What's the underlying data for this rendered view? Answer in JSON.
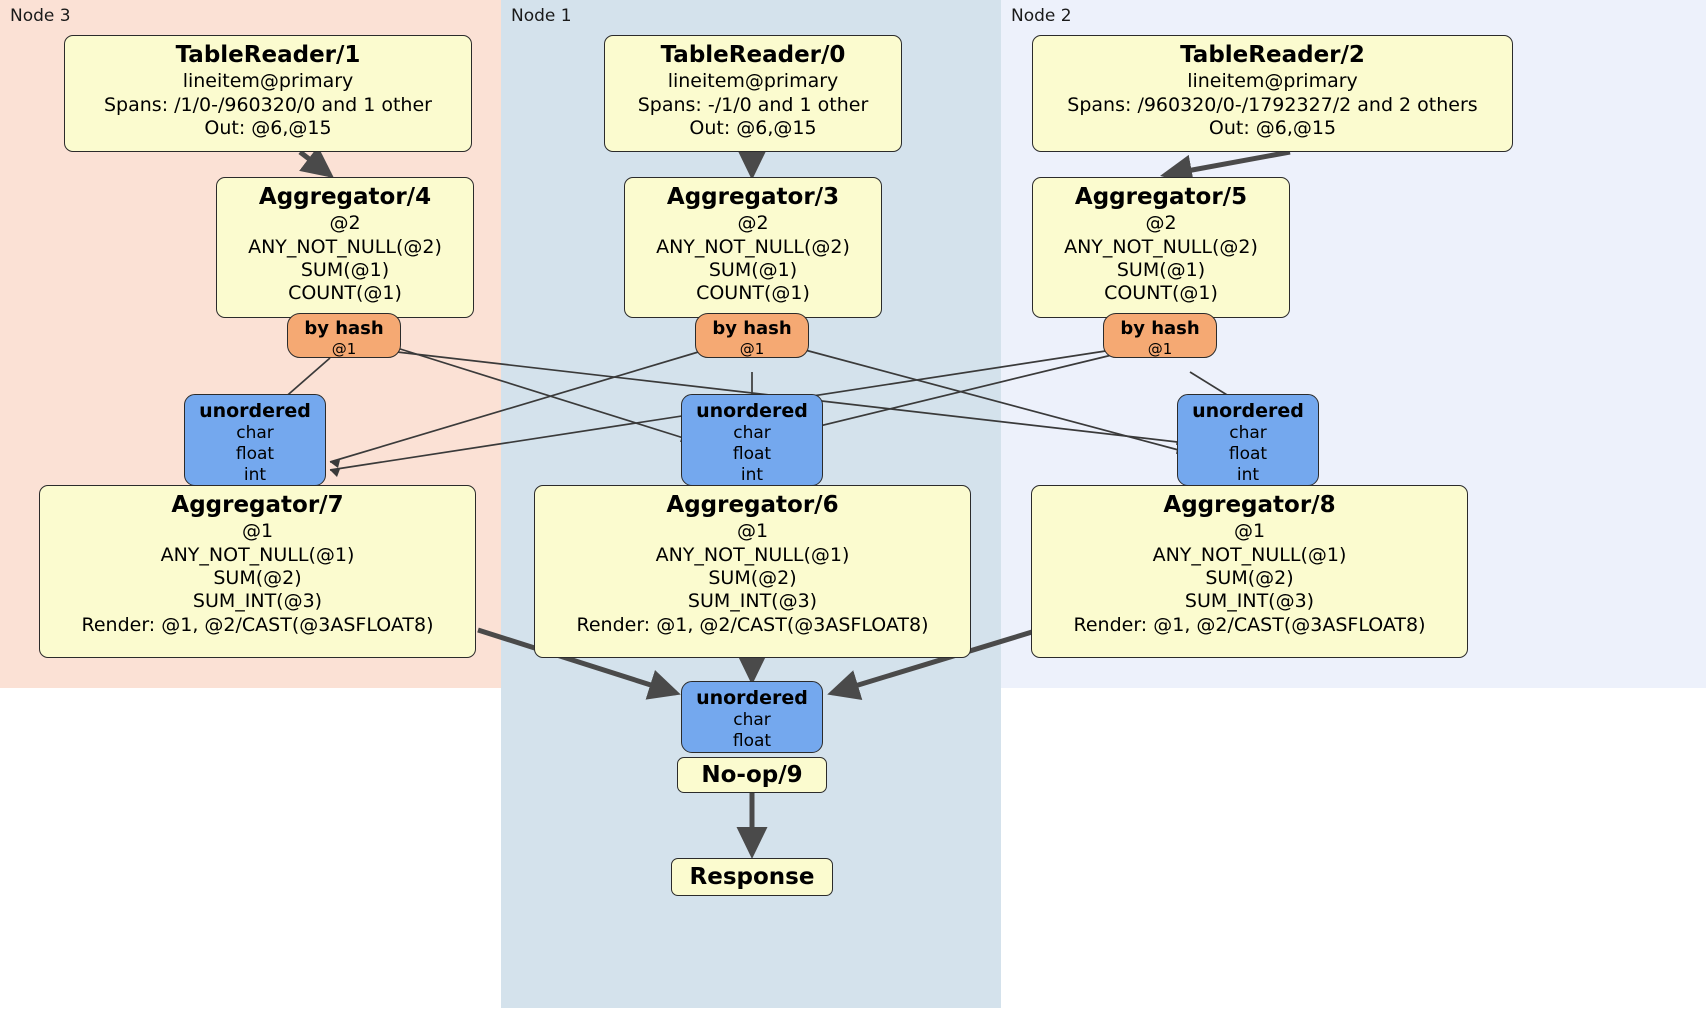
{
  "diagram": {
    "type": "distributed-query-plan",
    "colors": {
      "node3_panel": "#fbe1d5",
      "node1_panel": "#d4e2ec",
      "node2_panel": "#edf1fb",
      "processor_box": "#fbfbcf",
      "router_box": "#f5a973",
      "receiver_box": "#74a8ee",
      "edge": "#3a3a3a"
    }
  },
  "panels": [
    {
      "id": "node3",
      "label": "Node 3"
    },
    {
      "id": "node1",
      "label": "Node 1"
    },
    {
      "id": "node2",
      "label": "Node 2"
    }
  ],
  "processors": {
    "table_reader_1": {
      "title": "TableReader/1",
      "lines": [
        "lineitem@primary",
        "Spans: /1/0-/960320/0 and 1 other",
        "Out: @6,@15"
      ]
    },
    "table_reader_0": {
      "title": "TableReader/0",
      "lines": [
        "lineitem@primary",
        "Spans: -/1/0 and 1 other",
        "Out: @6,@15"
      ]
    },
    "table_reader_2": {
      "title": "TableReader/2",
      "lines": [
        "lineitem@primary",
        "Spans: /960320/0-/1792327/2 and 2 others",
        "Out: @6,@15"
      ]
    },
    "aggregator_4": {
      "title": "Aggregator/4",
      "lines": [
        "@2",
        "ANY_NOT_NULL(@2)",
        "SUM(@1)",
        "COUNT(@1)"
      ]
    },
    "aggregator_3": {
      "title": "Aggregator/3",
      "lines": [
        "@2",
        "ANY_NOT_NULL(@2)",
        "SUM(@1)",
        "COUNT(@1)"
      ]
    },
    "aggregator_5": {
      "title": "Aggregator/5",
      "lines": [
        "@2",
        "ANY_NOT_NULL(@2)",
        "SUM(@1)",
        "COUNT(@1)"
      ]
    },
    "aggregator_7": {
      "title": "Aggregator/7",
      "lines": [
        "@1",
        "ANY_NOT_NULL(@1)",
        "SUM(@2)",
        "SUM_INT(@3)",
        "Render: @1, @2/CAST(@3ASFLOAT8)"
      ]
    },
    "aggregator_6": {
      "title": "Aggregator/6",
      "lines": [
        "@1",
        "ANY_NOT_NULL(@1)",
        "SUM(@2)",
        "SUM_INT(@3)",
        "Render: @1, @2/CAST(@3ASFLOAT8)"
      ]
    },
    "aggregator_8": {
      "title": "Aggregator/8",
      "lines": [
        "@1",
        "ANY_NOT_NULL(@1)",
        "SUM(@2)",
        "SUM_INT(@3)",
        "Render: @1, @2/CAST(@3ASFLOAT8)"
      ]
    },
    "noop_9": {
      "title": "No-op/9"
    },
    "response": {
      "title": "Response"
    }
  },
  "routers": {
    "by_hash_left": {
      "title": "by hash",
      "lines": [
        "@1"
      ]
    },
    "by_hash_center": {
      "title": "by hash",
      "lines": [
        "@1"
      ]
    },
    "by_hash_right": {
      "title": "by hash",
      "lines": [
        "@1"
      ]
    }
  },
  "receivers": {
    "unordered_left": {
      "title": "unordered",
      "lines": [
        "char",
        "float",
        "int"
      ]
    },
    "unordered_center": {
      "title": "unordered",
      "lines": [
        "char",
        "float",
        "int"
      ]
    },
    "unordered_right": {
      "title": "unordered",
      "lines": [
        "char",
        "float",
        "int"
      ]
    },
    "unordered_final": {
      "title": "unordered",
      "lines": [
        "char",
        "float"
      ]
    }
  }
}
